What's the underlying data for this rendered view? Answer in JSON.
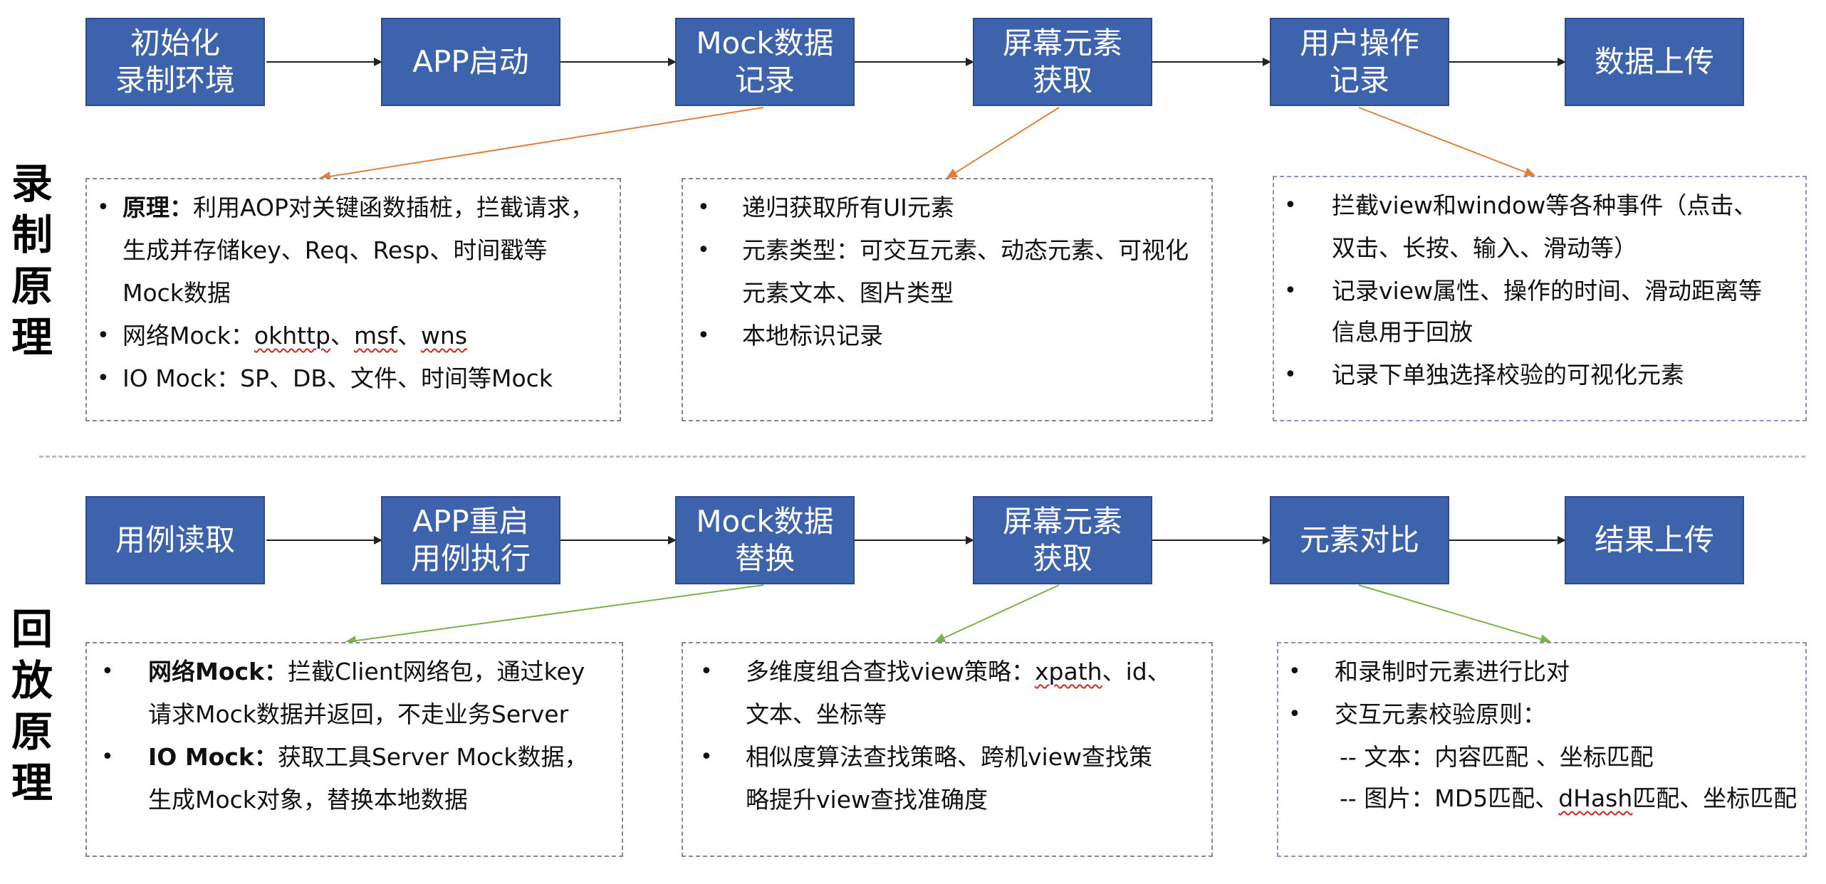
{
  "record": {
    "side_label": [
      "录",
      "制",
      "原",
      "理"
    ],
    "flow": [
      {
        "lines": [
          "初始化",
          "录制环境"
        ]
      },
      {
        "lines": [
          "APP启动"
        ]
      },
      {
        "lines": [
          "Mock数据",
          "记录"
        ]
      },
      {
        "lines": [
          "屏幕元素",
          "获取"
        ]
      },
      {
        "lines": [
          "用户操作",
          "记录"
        ]
      },
      {
        "lines": [
          "数据上传"
        ]
      }
    ],
    "panel1": {
      "item1_label": "原理：",
      "item1_text1": "利用AOP对关键函数插桩，拦截请求，",
      "item1_text2": "生成并存储key、Req、Resp、时间戳等",
      "item1_text3": "Mock数据",
      "item2_prefix": "网络Mock：",
      "item2_t1": "okhttp",
      "item2_sep1": "、",
      "item2_t2": "msf",
      "item2_sep2": "、",
      "item2_t3": "wns",
      "item3": "IO Mock：SP、DB、文件、时间等Mock"
    },
    "panel2": {
      "item1": "递归获取所有UI元素",
      "item2_l1": "元素类型：可交互元素、动态元素、可视化",
      "item2_l2": "元素文本、图片类型",
      "item3": "本地标识记录"
    },
    "panel3": {
      "item1_l1": "拦截view和window等各种事件（点击、",
      "item1_l2": "双击、长按、输入、滑动等）",
      "item2_l1": "记录view属性、操作的时间、滑动距离等",
      "item2_l2": "信息用于回放",
      "item3": "记录下单独选择校验的可视化元素"
    }
  },
  "replay": {
    "side_label": [
      "回",
      "放",
      "原",
      "理"
    ],
    "flow": [
      {
        "lines": [
          "用例读取"
        ]
      },
      {
        "lines": [
          "APP重启",
          "用例执行"
        ]
      },
      {
        "lines": [
          "Mock数据",
          "替换"
        ]
      },
      {
        "lines": [
          "屏幕元素",
          "获取"
        ]
      },
      {
        "lines": [
          "元素对比"
        ]
      },
      {
        "lines": [
          "结果上传"
        ]
      }
    ],
    "panel1": {
      "item1_label": "网络Mock：",
      "item1_text1": "拦截Client网络包，通过key",
      "item1_text2": "请求Mock数据并返回，不走业务Server",
      "item2_label": "IO Mock：",
      "item2_text1": "获取工具Server Mock数据，",
      "item2_text2": "生成Mock对象，替换本地数据"
    },
    "panel2": {
      "item1_prefix": "多维度组合查找view策略：",
      "item1_t1": "xpath",
      "item1_rest": "、id、",
      "item1_l2": "文本、坐标等",
      "item2_l1": "相似度算法查找策略、跨机view查找策",
      "item2_l2": "略提升view查找准确度"
    },
    "panel3": {
      "item1": "和录制时元素进行比对",
      "item2": "交互元素校验原则：",
      "sub1": "-- 文本：内容匹配 、坐标匹配",
      "sub2_prefix": "-- 图片：MD5匹配、",
      "sub2_t1": "dHash",
      "sub2_rest": "匹配、坐标匹配"
    }
  },
  "bullet": "•",
  "colors": {
    "box_fill": "#3d63ac",
    "record_connector": "#e0803a",
    "replay_connector": "#7cb24a",
    "arrow": "#222222"
  }
}
